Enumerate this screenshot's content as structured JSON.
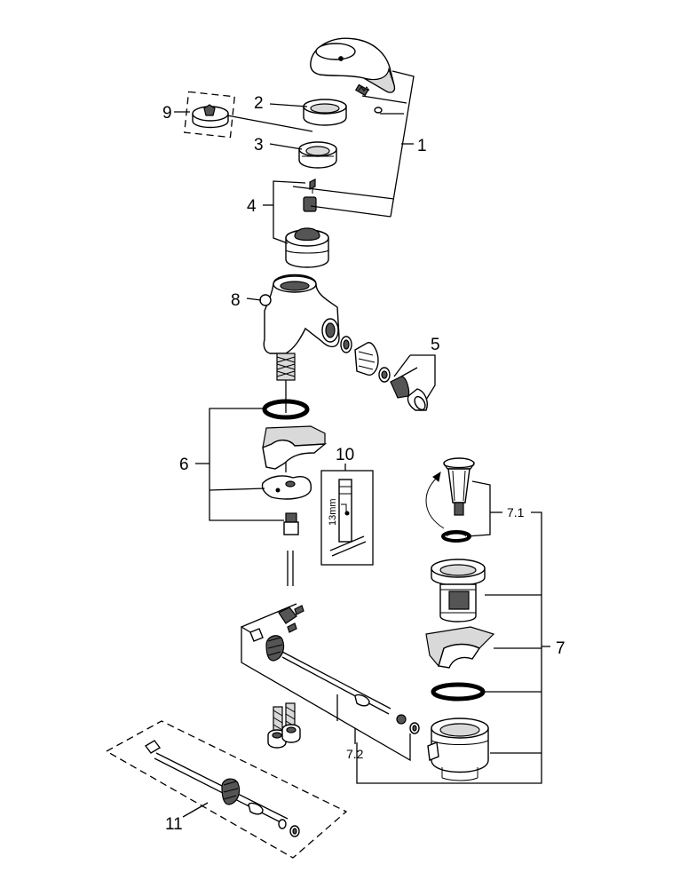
{
  "labels": {
    "l1": "1",
    "l2": "2",
    "l3": "3",
    "l4": "4",
    "l5": "5",
    "l6": "6",
    "l7": "7",
    "l7_1": "7.1",
    "l7_2": "7.2",
    "l8": "8",
    "l9": "9",
    "l10": "10",
    "l11": "11"
  },
  "tool": {
    "size_label": "13mm"
  }
}
